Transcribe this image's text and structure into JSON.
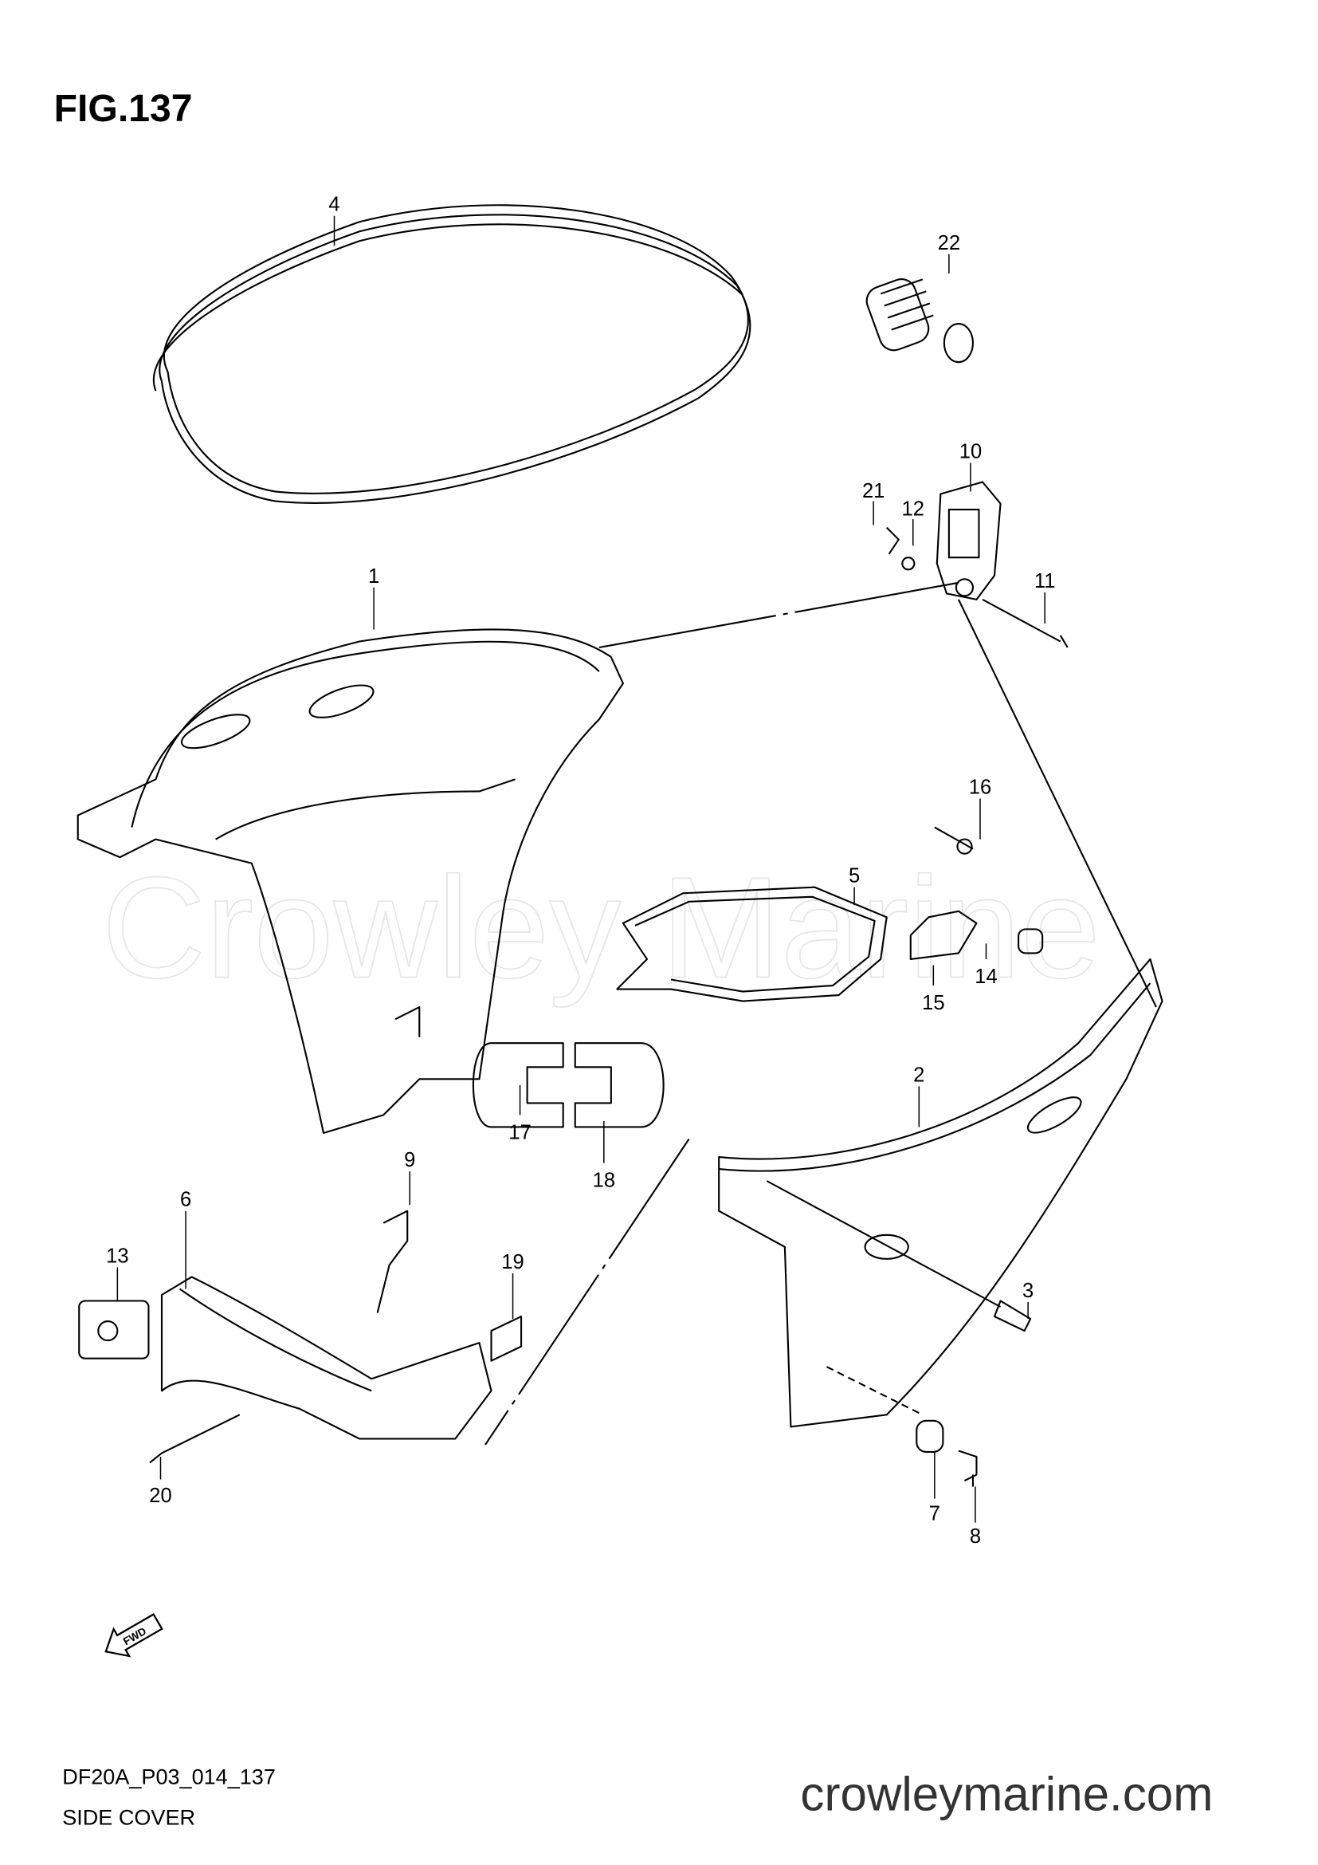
{
  "figure_title": "FIG.137",
  "watermark": "Crowley Marine",
  "diagram_code": "DF20A_P03_014_137",
  "diagram_name": "SIDE COVER",
  "site": "crowleymarine.com",
  "fwd_label": "FWD",
  "callouts": {
    "c1": "1",
    "c2": "2",
    "c3": "3",
    "c4": "4",
    "c5": "5",
    "c6": "6",
    "c7": "7",
    "c8": "8",
    "c9": "9",
    "c10": "10",
    "c11": "11",
    "c12": "12",
    "c13": "13",
    "c14": "14",
    "c15": "15",
    "c16": "16",
    "c17": "17",
    "c18": "18",
    "c19": "19",
    "c20": "20",
    "c21": "21",
    "c22": "22"
  }
}
